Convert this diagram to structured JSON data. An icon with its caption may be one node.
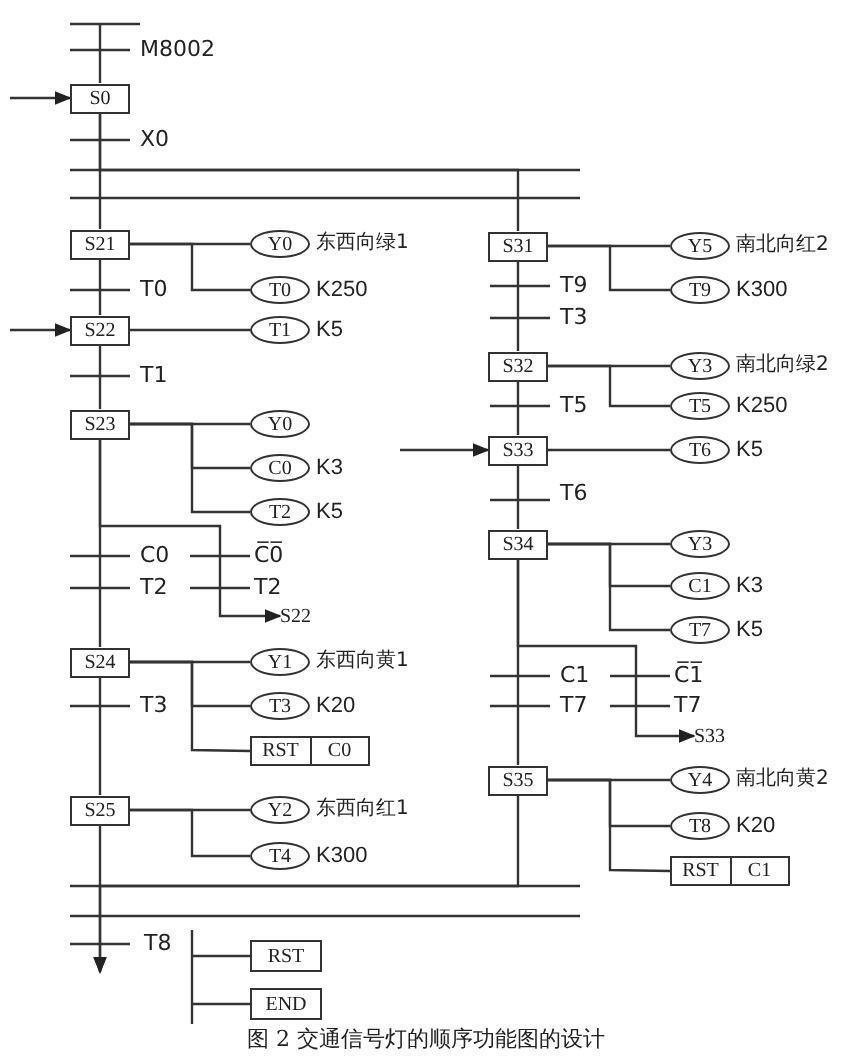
{
  "diagram": {
    "caption": "图 2 交通信号灯的顺序功能图的设计",
    "nodes": [
      {
        "text": [
          "S0"
        ]
      },
      {
        "text": [
          "S21"
        ]
      },
      {
        "text": [
          "Y0"
        ],
        "beside": [
          "东西向绿1"
        ]
      },
      {
        "text": [
          "T0"
        ],
        "beside": [
          "K250"
        ]
      },
      {
        "text": [
          "S22"
        ]
      },
      {
        "text": [
          "T1"
        ],
        "beside": [
          "K5"
        ]
      },
      {
        "text": [
          "S23"
        ]
      },
      {
        "text": [
          "Y0"
        ]
      },
      {
        "text": [
          "C0"
        ],
        "beside": [
          "K3"
        ]
      },
      {
        "text": [
          "T2"
        ],
        "beside": [
          "K5"
        ]
      },
      {
        "text": [
          "S22"
        ]
      },
      {
        "text": [
          "S24"
        ]
      },
      {
        "text": [
          "Y1"
        ],
        "beside": [
          "东西向黄1"
        ]
      },
      {
        "text": [
          "T3"
        ],
        "beside": [
          "K20"
        ]
      },
      {
        "text": [
          "RST",
          "C0"
        ]
      },
      {
        "text": [
          "S25"
        ]
      },
      {
        "text": [
          "Y2"
        ],
        "beside": [
          "东西向红1"
        ]
      },
      {
        "text": [
          "T4"
        ],
        "beside": [
          "K300"
        ]
      },
      {
        "text": [
          "S31"
        ]
      },
      {
        "text": [
          "Y5"
        ],
        "beside": [
          "南北向红2"
        ]
      },
      {
        "text": [
          "T9"
        ],
        "beside": [
          "K300"
        ]
      },
      {
        "text": [
          "S32"
        ]
      },
      {
        "text": [
          "Y3"
        ],
        "beside": [
          "南北向绿2"
        ]
      },
      {
        "text": [
          "T5"
        ],
        "beside": [
          "K250"
        ]
      },
      {
        "text": [
          "S33"
        ]
      },
      {
        "text": [
          "T6"
        ],
        "beside": [
          "K5"
        ]
      },
      {
        "text": [
          "S34"
        ]
      },
      {
        "text": [
          "Y3"
        ]
      },
      {
        "text": [
          "C1"
        ],
        "beside": [
          "K3"
        ]
      },
      {
        "text": [
          "T7"
        ],
        "beside": [
          "K5"
        ]
      },
      {
        "text": [
          "S33"
        ]
      },
      {
        "text": [
          "S35"
        ]
      },
      {
        "text": [
          "Y4"
        ],
        "beside": [
          "南北向黄2"
        ]
      },
      {
        "text": [
          "T8"
        ],
        "beside": [
          "K20"
        ]
      },
      {
        "text": [
          "RST",
          "C1"
        ]
      },
      {
        "text": [
          "RST"
        ]
      },
      {
        "text": [
          "END"
        ]
      }
    ],
    "edges": [
      {
        "from": null,
        "to": 0,
        "arrow": "to"
      },
      {
        "from": null,
        "to": 0,
        "arrow": "none"
      },
      {
        "from": 0,
        "to": 1,
        "arrow": "none"
      },
      {
        "from": 0,
        "to": 18,
        "arrow": "none"
      },
      {
        "from": 1,
        "to": 2,
        "arrow": "none"
      },
      {
        "from": 1,
        "to": 3,
        "arrow": "none"
      },
      {
        "from": 1,
        "to": 4,
        "arrow": "none"
      },
      {
        "from": null,
        "to": 4,
        "arrow": "to"
      },
      {
        "from": 4,
        "to": 5,
        "arrow": "none"
      },
      {
        "from": 4,
        "to": 6,
        "arrow": "none"
      },
      {
        "from": 6,
        "to": 7,
        "arrow": "none"
      },
      {
        "from": 6,
        "to": 8,
        "arrow": "none"
      },
      {
        "from": 6,
        "to": 9,
        "arrow": "none"
      },
      {
        "from": 6,
        "to": 10,
        "arrow": "to"
      },
      {
        "from": 6,
        "to": 11,
        "arrow": "none"
      },
      {
        "from": 11,
        "to": 12,
        "arrow": "none"
      },
      {
        "from": 11,
        "to": 13,
        "arrow": "none"
      },
      {
        "from": 11,
        "to": 14,
        "arrow": "none"
      },
      {
        "from": 11,
        "to": 15,
        "arrow": "none"
      },
      {
        "from": 15,
        "to": 16,
        "arrow": "none"
      },
      {
        "from": 15,
        "to": 17,
        "arrow": "none"
      },
      {
        "from": 15,
        "to": null,
        "arrow": "to"
      },
      {
        "from": 18,
        "to": 19,
        "arrow": "none"
      },
      {
        "from": 18,
        "to": 20,
        "arrow": "none"
      },
      {
        "from": 18,
        "to": 21,
        "arrow": "none"
      },
      {
        "from": 21,
        "to": 22,
        "arrow": "none"
      },
      {
        "from": 21,
        "to": 23,
        "arrow": "none"
      },
      {
        "from": 21,
        "to": 24,
        "arrow": "none"
      },
      {
        "from": null,
        "to": 24,
        "arrow": "to"
      },
      {
        "from": 24,
        "to": 25,
        "arrow": "none"
      },
      {
        "from": 24,
        "to": 26,
        "arrow": "none"
      },
      {
        "from": 26,
        "to": 27,
        "arrow": "none"
      },
      {
        "from": 26,
        "to": 28,
        "arrow": "none"
      },
      {
        "from": 26,
        "to": 29,
        "arrow": "none"
      },
      {
        "from": 26,
        "to": 30,
        "arrow": "to"
      },
      {
        "from": 26,
        "to": 31,
        "arrow": "none"
      },
      {
        "from": 31,
        "to": 32,
        "arrow": "none"
      },
      {
        "from": 31,
        "to": 33,
        "arrow": "none"
      },
      {
        "from": 31,
        "to": 34,
        "arrow": "none"
      },
      {
        "from": 31,
        "to": null,
        "arrow": "to"
      },
      {
        "from": null,
        "to": 35,
        "arrow": "none"
      },
      {
        "from": null,
        "to": 36,
        "arrow": "none"
      }
    ],
    "labels": [
      "M8002",
      "X0",
      "T0",
      "T1",
      "C0",
      "C̅0̅",
      "T2",
      "T2",
      "T3",
      "T9",
      "T3",
      "T5",
      "T6",
      "C1",
      "C̅1̅",
      "T7",
      "T7",
      "T8"
    ]
  }
}
